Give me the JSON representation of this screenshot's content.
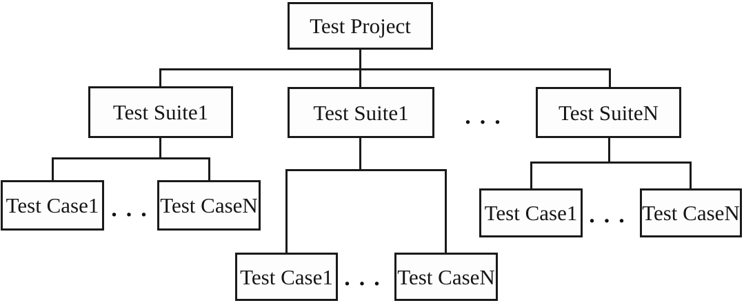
{
  "diagram": {
    "root": {
      "label": "Test Project"
    },
    "suites": [
      {
        "label": "Test Suite1"
      },
      {
        "label": "Test Suite1"
      },
      {
        "label": "Test SuiteN"
      }
    ],
    "suites_ellipsis": "...",
    "branches": [
      {
        "ellipsis": "...",
        "cases": [
          {
            "label": "Test Case1"
          },
          {
            "label": "Test CaseN"
          }
        ]
      },
      {
        "ellipsis": "...",
        "cases": [
          {
            "label": "Test Case1"
          },
          {
            "label": "Test CaseN"
          }
        ]
      },
      {
        "ellipsis": "...",
        "cases": [
          {
            "label": "Test Case1"
          },
          {
            "label": "Test CaseN"
          }
        ]
      }
    ]
  },
  "colors": {
    "background": "#ffffff",
    "box_fill": "#fdfdfd",
    "box_border": "#1a1a1a",
    "line": "#1a1a1a",
    "text": "#151515"
  }
}
